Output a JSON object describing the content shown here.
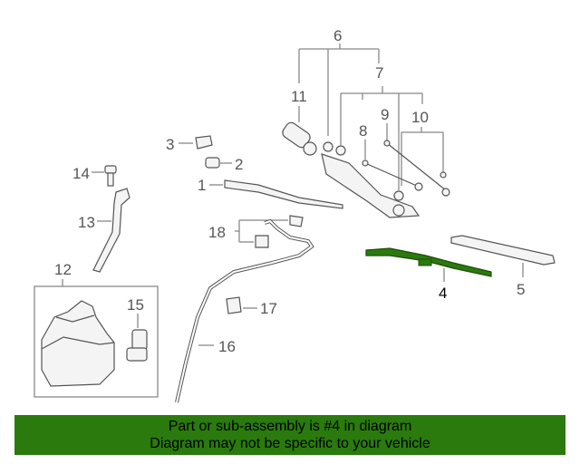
{
  "callouts": {
    "c1": "1",
    "c2": "2",
    "c3": "3",
    "c4": "4",
    "c5": "5",
    "c6": "6",
    "c7": "7",
    "c8": "8",
    "c9": "9",
    "c10": "10",
    "c11": "11",
    "c12": "12",
    "c13": "13",
    "c14": "14",
    "c15": "15",
    "c16": "16",
    "c17": "17",
    "c18": "18"
  },
  "highlight": {
    "part_number": "4",
    "color": "#2a7a0e"
  },
  "banner": {
    "line1": "Part or sub-assembly is #4 in diagram",
    "line2": "Diagram may not be specific to your vehicle",
    "background": "#2a7a0e"
  }
}
